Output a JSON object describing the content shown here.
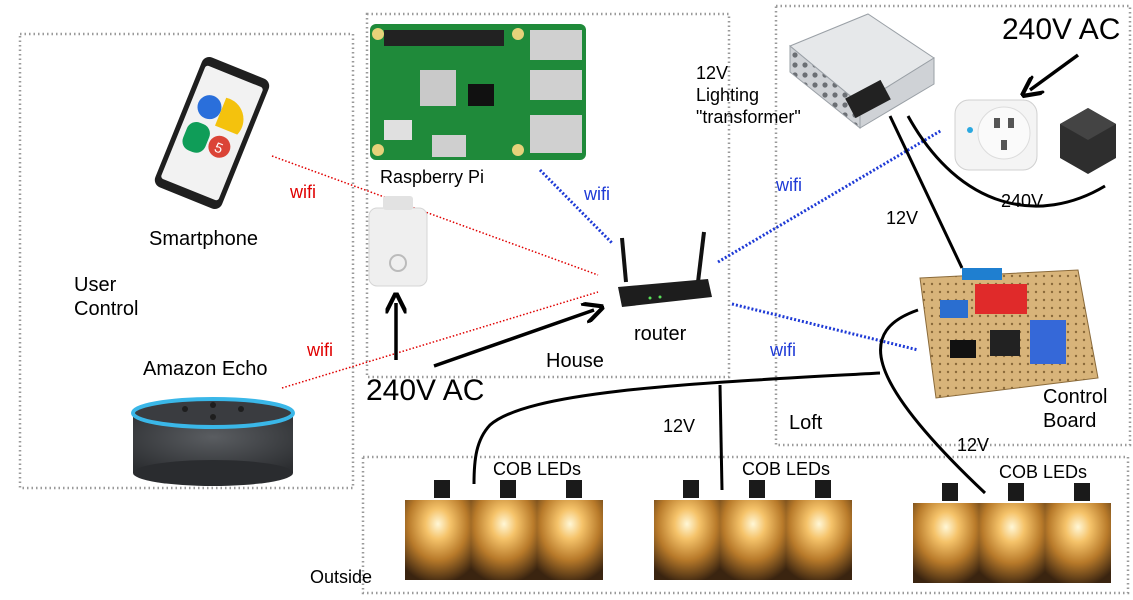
{
  "regions": {
    "user_control": "User\nControl",
    "house": "House",
    "loft": "Loft",
    "outside": "Outside"
  },
  "devices": {
    "smartphone": "Smartphone",
    "amazon_echo": "Amazon Echo",
    "raspberry_pi": "Raspberry Pi",
    "router": "router",
    "transformer": "12V\nLighting\n\"transformer\"",
    "control_board": "Control\nBoard"
  },
  "links": {
    "wifi_phone": "wifi",
    "wifi_echo": "wifi",
    "wifi_pi": "wifi",
    "wifi_smartplug": "wifi",
    "wifi_board": "wifi"
  },
  "power": {
    "ac_house": "240V AC",
    "ac_loft": "240V AC",
    "v240": "240V",
    "v12_transformer": "12V",
    "v12_led_mid": "12V",
    "v12_led_right": "12V"
  },
  "leds": {
    "group1": "COB LEDs",
    "group2": "COB LEDs",
    "group3": "COB LEDs"
  },
  "colors": {
    "wifi_red": "#e00000",
    "wifi_blue": "#1e3ad6",
    "pcb_green": "#1f8a3a",
    "echo_ring": "#3ab7e8",
    "led_glow": "#f2b04a"
  }
}
